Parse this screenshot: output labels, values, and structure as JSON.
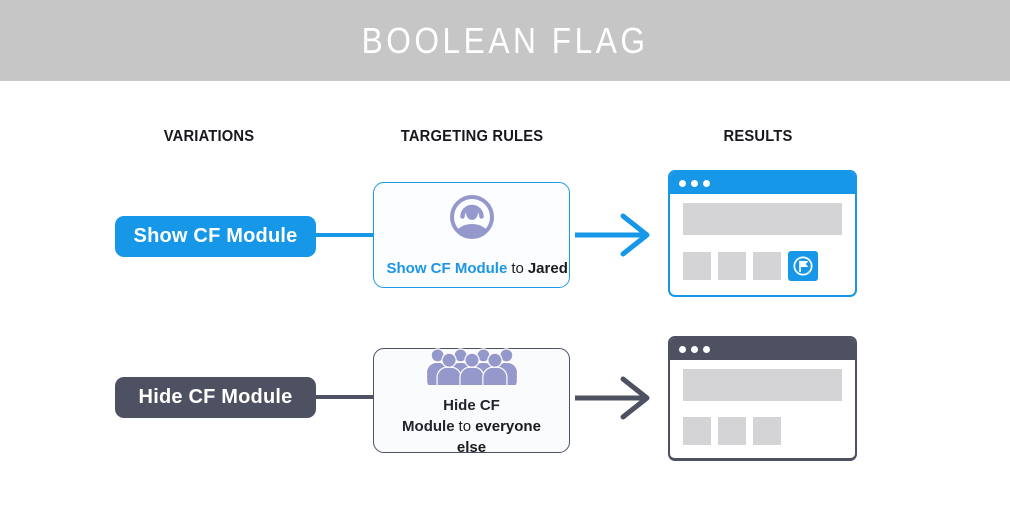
{
  "banner": {
    "title": "BOOLEAN FLAG"
  },
  "column_headers": {
    "variations": "VARIATIONS",
    "targeting": "TARGETING RULES",
    "results": "RESULTS"
  },
  "colors": {
    "banner_bg": "#c6c6c6",
    "flag_blue": "#1697e8",
    "dark_slate": "#4d5162",
    "icon_periwinkle": "#9598ca",
    "placeholder_gray": "#d4d4d6"
  },
  "rows": {
    "show": {
      "variation_label": "Show CF Module",
      "rule_action": "Show CF Module",
      "rule_connector": "to",
      "rule_target": "Jared",
      "rule_icon": "single-user-icon",
      "result_has_module": true
    },
    "hide": {
      "variation_label": "Hide CF Module",
      "rule_action": "Hide CF Module",
      "rule_connector": "to",
      "rule_target": "everyone else",
      "rule_icon": "crowd-icon",
      "result_has_module": false
    }
  }
}
